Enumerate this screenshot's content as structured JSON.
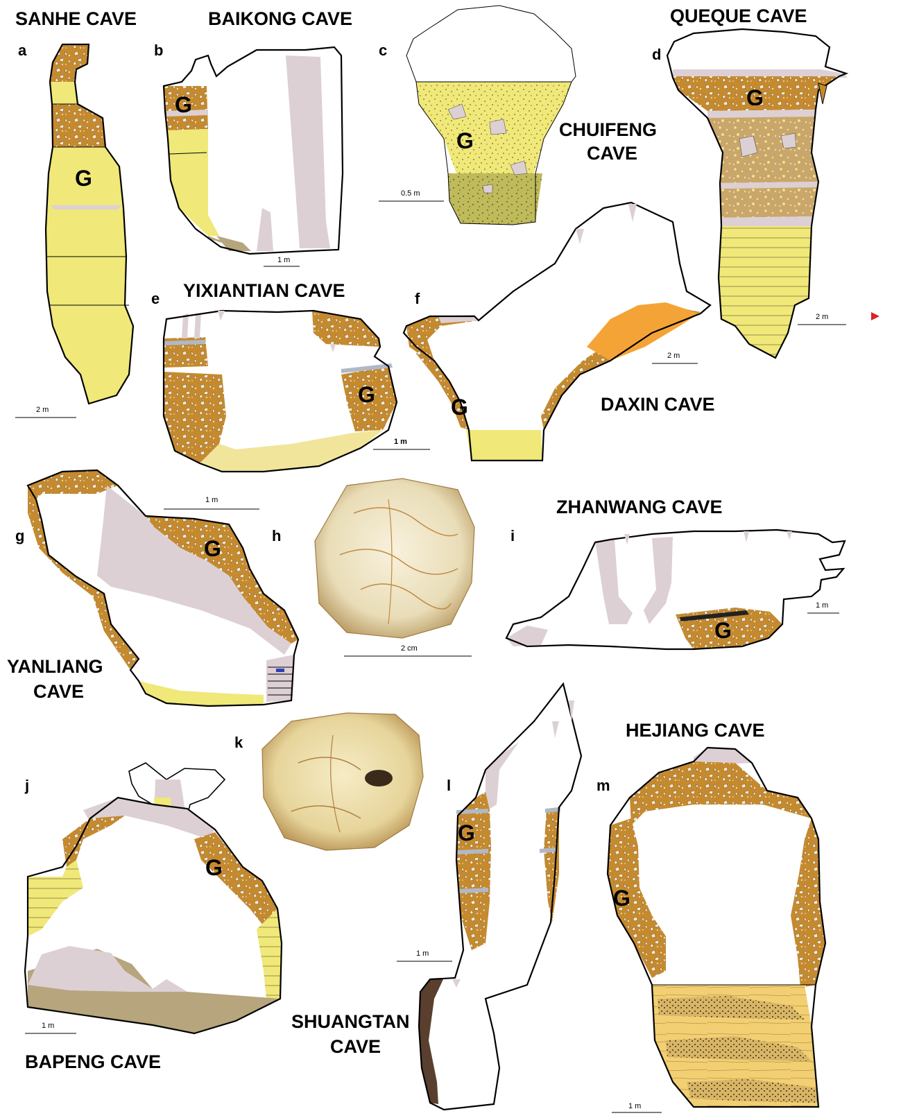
{
  "colors": {
    "breccia": "#c68a2e",
    "clast": "#f3ead0",
    "yellow_sediment": "#f0e878",
    "pale_yellow": "#f0e59a",
    "speleothem": "#ddd0d4",
    "silt": "#b6a57d",
    "olive": "#bfba5a",
    "orange": "#f4a436",
    "dark_brown": "#5a3f2e",
    "tan_layer": "#c9a66b",
    "banded_yellow": "#f2cf72",
    "marker": "#e02020",
    "blue_marker": "#3040b0"
  },
  "caves": {
    "a": {
      "panel": "a",
      "title": "SANHE CAVE",
      "g": "G",
      "scale": "2 m"
    },
    "b": {
      "panel": "b",
      "title": "BAIKONG CAVE",
      "g": "G",
      "scale": "1 m"
    },
    "c": {
      "panel": "c",
      "title_line1": "CHUIFENG",
      "title_line2": "CAVE",
      "g": "G",
      "scale": "0.5 m"
    },
    "d": {
      "panel": "d",
      "title": "QUEQUE CAVE",
      "g": "G",
      "scale": "2 m"
    },
    "e": {
      "panel": "e",
      "title": "YIXIANTIAN CAVE",
      "g": "G",
      "scale": "1 m"
    },
    "f": {
      "panel": "f",
      "title": "DAXIN CAVE",
      "g": "G",
      "scale": "2 m"
    },
    "g": {
      "panel": "g",
      "title_line1": "YANLIANG",
      "title_line2": "CAVE",
      "g": "G",
      "scale": "1 m"
    },
    "h": {
      "panel": "h",
      "scale": "2 cm"
    },
    "i": {
      "panel": "i",
      "title": "ZHANWANG CAVE",
      "g": "G",
      "scale": "1 m"
    },
    "j": {
      "panel": "j",
      "title": "BAPENG CAVE",
      "g": "G",
      "scale": "1 m"
    },
    "k": {
      "panel": "k"
    },
    "l": {
      "panel": "l",
      "title_line1": "SHUANGTAN",
      "title_line2": "CAVE",
      "g": "G",
      "scale": "1 m"
    },
    "m": {
      "panel": "m",
      "title": "HEJIANG CAVE",
      "g": "G",
      "scale": "1 m"
    }
  }
}
